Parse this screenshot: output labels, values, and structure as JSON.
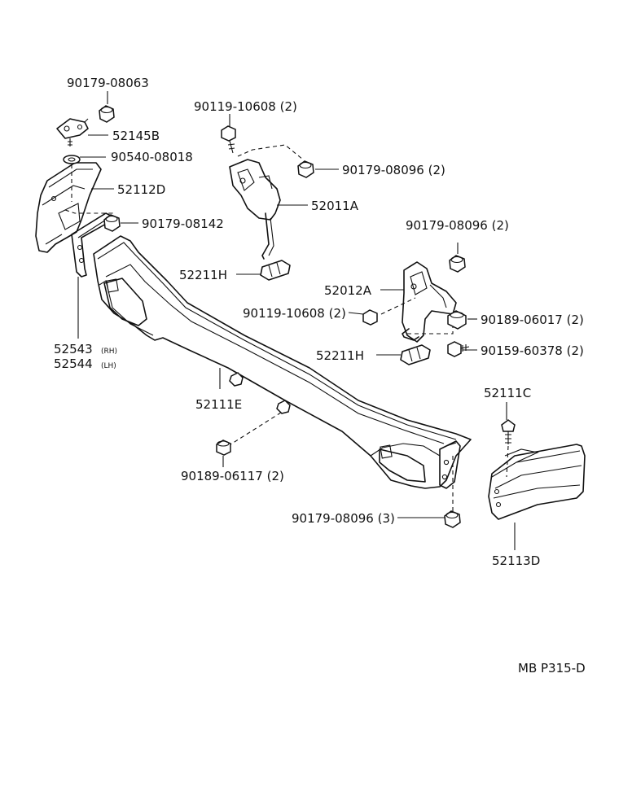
{
  "labels": {
    "l_90179_08063": "90179-08063",
    "l_52145b": "52145B",
    "l_90540_08018": "90540-08018",
    "l_52112d": "52112D",
    "l_90179_08142": "90179-08142",
    "l_52543": "52543",
    "l_52543_sfx": "(RH)",
    "l_52544": "52544",
    "l_52544_sfx": "(LH)",
    "l_90119_10608_top": "90119-10608 (2)",
    "l_90179_08096_top": "90179-08096 (2)",
    "l_52011a": "52011A",
    "l_90179_08096_mid": "90179-08096 (2)",
    "l_52211h_top": "52211H",
    "l_52012a": "52012A",
    "l_90119_10608_mid": "90119-10608 (2)",
    "l_90189_06017": "90189-06017 (2)",
    "l_52211h_mid": "52211H",
    "l_90159_60378": "90159-60378 (2)",
    "l_52111e": "52111E",
    "l_52111c": "52111C",
    "l_90189_06117": "90189-06117 (2)",
    "l_90179_08096_bot": "90179-08096 (3)",
    "l_52113d": "52113D",
    "l_ref": "MB P315-D"
  }
}
